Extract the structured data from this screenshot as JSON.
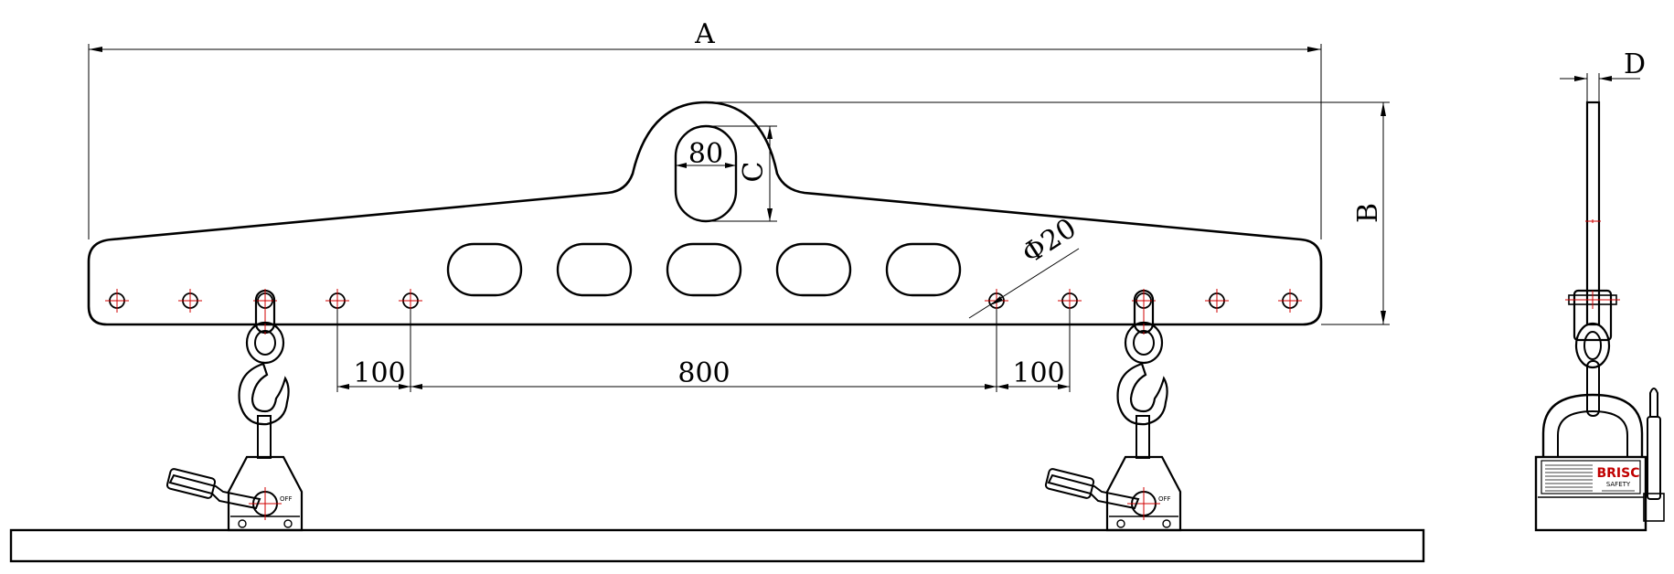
{
  "dimensions": {
    "overall_length": "A",
    "overall_height": "B",
    "lifting_eye_height": "C",
    "plate_thickness": "D",
    "eye_width": "80",
    "hole_diameter": "Φ20",
    "hole_pitch_left": "100",
    "hole_span": "800",
    "hole_pitch_right": "100"
  },
  "magnet": {
    "switch_label": "OFF",
    "brand": "BRISC",
    "plate_title": "SAFETY"
  },
  "colors": {
    "outline": "#000000",
    "centerline": "#d10000",
    "brand": "#c00000"
  }
}
